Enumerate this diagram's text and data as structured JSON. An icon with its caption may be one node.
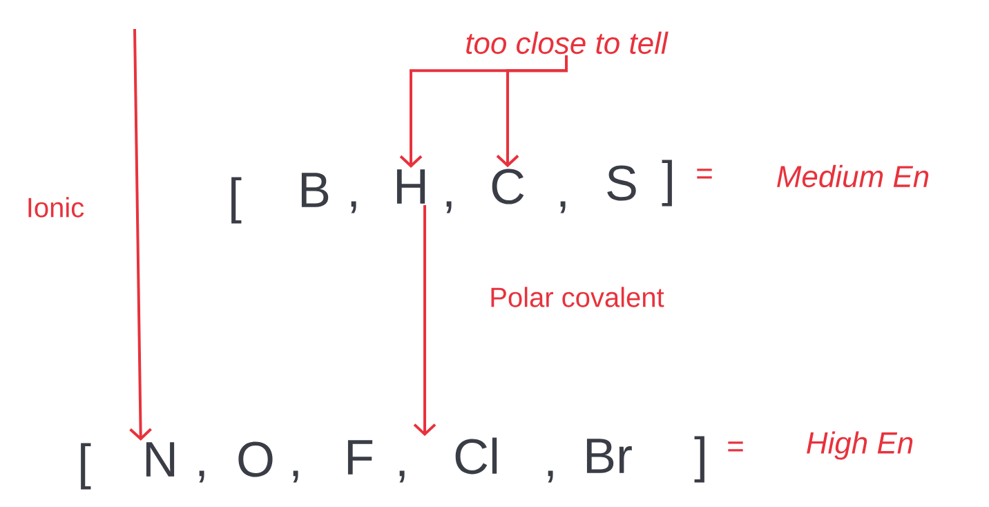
{
  "diagram": {
    "nodes": [
      {
        "text": [
          "too close to tell"
        ]
      },
      {
        "text": [
          "B"
        ]
      },
      {
        "text": [
          "H"
        ]
      },
      {
        "text": [
          "C"
        ]
      },
      {
        "text": [
          "S"
        ]
      },
      {
        "text": [
          "N"
        ]
      },
      {
        "text": [
          "O"
        ]
      },
      {
        "text": [
          "F"
        ]
      },
      {
        "text": [
          "Cl"
        ]
      },
      {
        "text": [
          "Br"
        ]
      }
    ],
    "edges": [
      {
        "from": 0,
        "to": 2,
        "arrow": "to"
      },
      {
        "from": 0,
        "to": 3,
        "arrow": "to"
      },
      {
        "from": null,
        "to": 5,
        "arrow": "to",
        "label": "Ionic"
      },
      {
        "from": 2,
        "to": 8,
        "arrow": "to",
        "label": "Polar covalent"
      }
    ],
    "labels": [
      "[",
      ",",
      ",",
      ",",
      "]",
      "=",
      "Medium En",
      "[",
      ",",
      ",",
      ",",
      ",",
      "]",
      "=",
      "High En"
    ]
  }
}
